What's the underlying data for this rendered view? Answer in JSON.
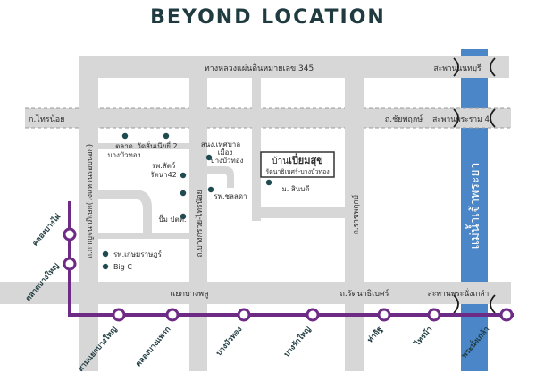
{
  "title": "BEYOND LOCATION",
  "roads": {
    "highway_345": "ทางหลวงแผ่นดินหมายเลข 345",
    "tha_it_left": "ก.ไทรน้อย",
    "chaiyaphruek": "ถ.ชัยพฤกษ์",
    "kanchanaphisek": "ถ.กาญจนาภิเษก(วงแหวนรอบนอก)",
    "bangkruai_sainoi": "ถ.บางกรวย-ไทรน้อย",
    "ratchaphruek": "ถ.ราชพฤกษ์",
    "yaek_bang_phlu": "แยกบางพลู",
    "rattanathibet": "ถ.รัตนาธิเบศร์"
  },
  "bridges": {
    "nonthaburi_1": "สะพานนนทบุรี",
    "rama4": "สะพานพระราม 4",
    "phra_nang_klao": "สะพานพระนั่งเกล้า"
  },
  "river": "แม่น้ำเจ้าพระยา",
  "project": {
    "name_prefix": "บ้าน",
    "name_bold": "เปี่ยมสุข",
    "subtitle": "รัตนาธิเบศร์-บางบัวทอง"
  },
  "pois": {
    "talat_line1": "ตลาด",
    "talat_line2": "บางบัวทอง",
    "wat_line1": "วัดลั่นเนียยี่ 2",
    "sanong_line1": "สนง.เทศบาล",
    "sanong_line2": "เมือง",
    "sanong_line3": "บางบัวทอง",
    "rps_sat_line1": "รพ.สัตว์",
    "rps_sat_line2": "รัตนา42",
    "rp_chonlada": "รพ.ชลลดา",
    "univ": "ม. สินบดี",
    "pump_ptt": "ปั๊ม ปตท.",
    "rp_kasemrad": "รพ.เกษมราษฎร์",
    "bigc": "Big C"
  },
  "stations": {
    "khlong_bang_phai": "คลองบางไผ่",
    "talat_bang_yai": "ตลาดบางใหญ่",
    "sam_yaek_bang_yai": "สามแยกบางใหญ่",
    "khlong_bang_phraek": "คลองบางแพรก",
    "bang_bua_thong": "บางบัวทอง",
    "bang_rak_yai": "บางรักใหญ่",
    "tha_it": "ท่าอิฐ",
    "sai_ma": "ไทรม้า",
    "phra_nang_klao": "พระนั่งเกล้า"
  },
  "colors": {
    "road": "#d7d7d7",
    "river": "#4a86c8",
    "metro_purple": "#6e2b86",
    "title": "#1f3b40"
  }
}
